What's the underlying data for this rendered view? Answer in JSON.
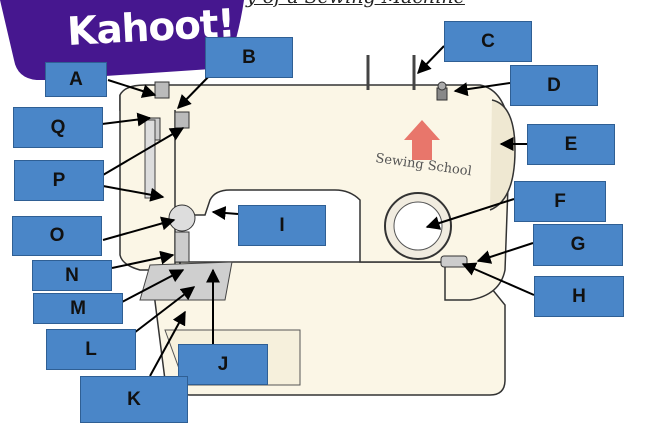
{
  "title_fragment": "y of a Sewing Machine",
  "logo": {
    "text": "Kahoot!",
    "color": "#46178f"
  },
  "machine_badge": {
    "text": "Sewing School",
    "color": "#e8766b"
  },
  "colors": {
    "label_fill": "#4a86c8",
    "machine_body": "#fbf6e6",
    "outline": "#333333"
  },
  "labels": [
    {
      "id": "A",
      "letter": "A"
    },
    {
      "id": "B",
      "letter": "B"
    },
    {
      "id": "C",
      "letter": "C"
    },
    {
      "id": "D",
      "letter": "D"
    },
    {
      "id": "E",
      "letter": "E"
    },
    {
      "id": "F",
      "letter": "F"
    },
    {
      "id": "G",
      "letter": "G"
    },
    {
      "id": "H",
      "letter": "H"
    },
    {
      "id": "I",
      "letter": "I"
    },
    {
      "id": "J",
      "letter": "J"
    },
    {
      "id": "K",
      "letter": "K"
    },
    {
      "id": "L",
      "letter": "L"
    },
    {
      "id": "M",
      "letter": "M"
    },
    {
      "id": "N",
      "letter": "N"
    },
    {
      "id": "O",
      "letter": "O"
    },
    {
      "id": "P",
      "letter": "P"
    },
    {
      "id": "Q",
      "letter": "Q"
    }
  ]
}
